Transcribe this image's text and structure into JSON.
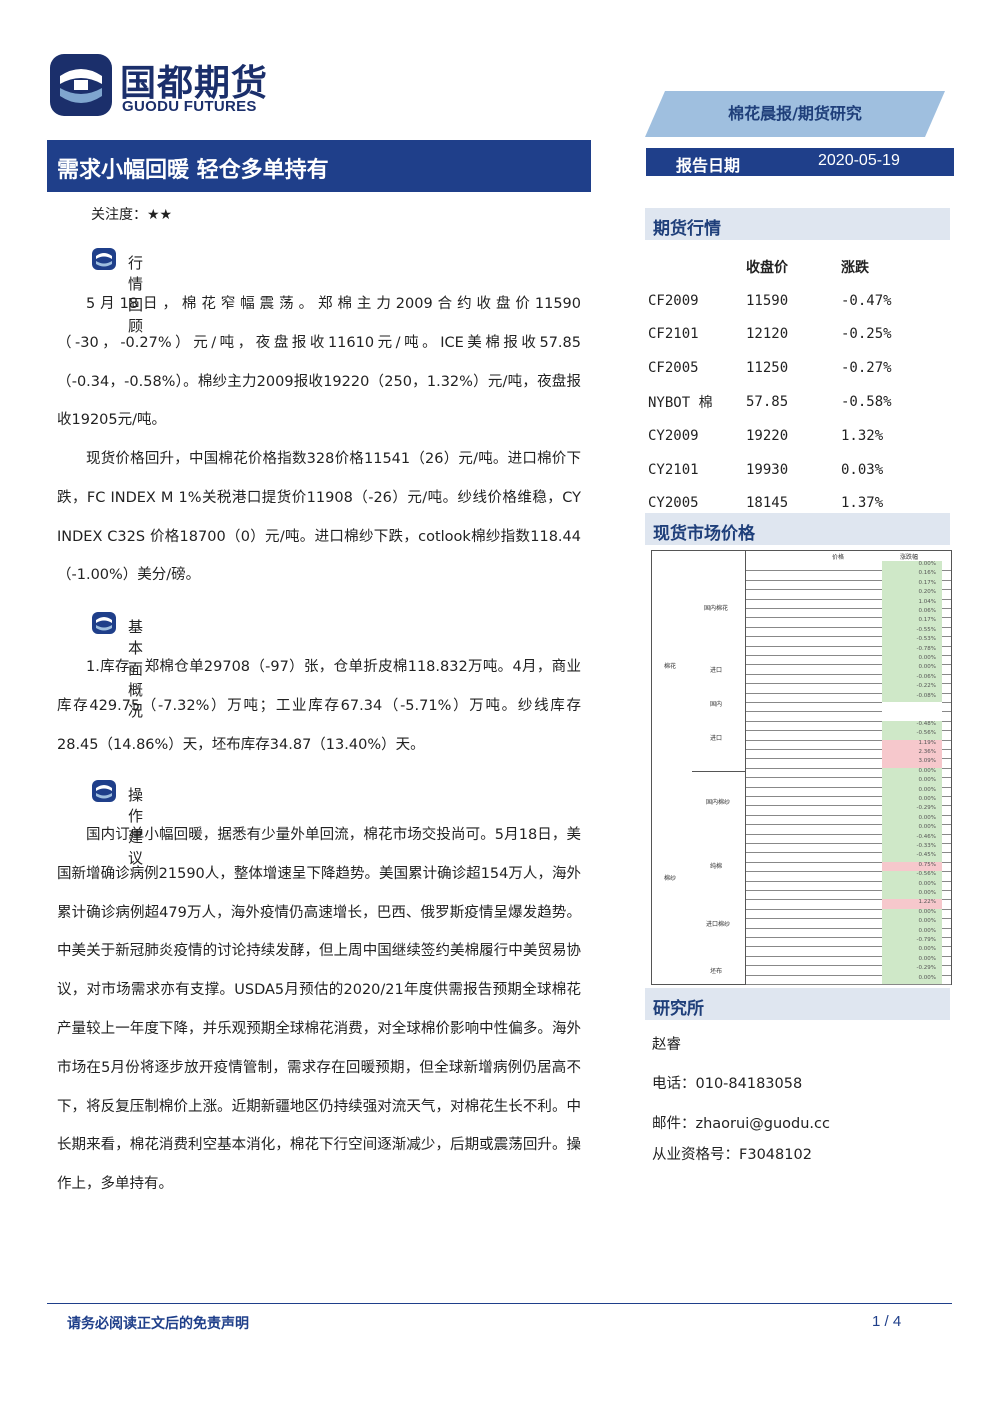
{
  "logo": {
    "cn": "国都期货",
    "en": "GUODU FUTURES"
  },
  "header": {
    "banner": "棉花晨报/期货研究",
    "date_label": "报告日期",
    "date_value": "2020-05-19"
  },
  "title": "需求小幅回暖 轻仓多单持有",
  "attention": "关注度：★★",
  "sections": [
    {
      "heading": "行情回顾",
      "paragraphs": [
        "5月18日，棉花窄幅震荡。郑棉主力2009合约收盘价11590（-30，-0.27%）元/吨，夜盘报收11610元/吨。ICE美棉报收57.85（-0.34，-0.58%）。棉纱主力2009报收19220（250，1.32%）元/吨，夜盘报收19205元/吨。",
        "现货价格回升，中国棉花价格指数328价格11541（26）元/吨。进口棉价下跌，FC INDEX M 1%关税港口提货价11908（-26）元/吨。纱线价格维稳，CY INDEX C32S 价格18700（0）元/吨。进口棉纱下跌，cotlook棉纱指数118.44 （-1.00%）美分/磅。"
      ]
    },
    {
      "heading": "基本面概况",
      "paragraphs": [
        "1.库存。郑棉仓单29708（-97）张，仓单折皮棉118.832万吨。4月，商业库存429.75（-7.32%）万吨；工业库存67.34（-5.71%）万吨。纱线库存28.45（14.86%）天，坯布库存34.87（13.40%）天。"
      ]
    },
    {
      "heading": "操作建议",
      "paragraphs": [
        "国内订单小幅回暖，据悉有少量外单回流，棉花市场交投尚可。5月18日，美国新增确诊病例21590人，整体增速呈下降趋势。美国累计确诊超154万人，海外累计确诊病例超479万人，海外疫情仍高速增长，巴西、俄罗斯疫情呈爆发趋势。中美关于新冠肺炎疫情的讨论持续发酵，但上周中国继续签约美棉履行中美贸易协议，对市场需求亦有支撑。USDA5月预估的2020/21年度供需报告预期全球棉花产量较上一年度下降，并乐观预期全球棉花消费，对全球棉价影响中性偏多。海外市场在5月份将逐步放开疫情管制，需求存在回暖预期，但全球新增病例仍居高不下，将反复压制棉价上涨。近期新疆地区仍持续强对流天气，对棉花生长不利。中长期来看，棉花消费利空基本消化，棉花下行空间逐渐减少，后期或震荡回升。操作上，多单持有。"
      ]
    }
  ],
  "futures": {
    "heading": "期货行情",
    "columns": [
      "",
      "收盘价",
      "涨跌"
    ],
    "rows": [
      [
        "CF2009",
        "11590",
        "-0.47%"
      ],
      [
        "CF2101",
        "12120",
        "-0.25%"
      ],
      [
        "CF2005",
        "11250",
        "-0.27%"
      ],
      [
        "NYBOT 棉",
        "57.85",
        "-0.58%"
      ],
      [
        "CY2009",
        "19220",
        "1.32%"
      ],
      [
        "CY2101",
        "19930",
        "0.03%"
      ],
      [
        "CY2005",
        "18145",
        "1.37%"
      ]
    ]
  },
  "spot": {
    "heading": "现货市场价格",
    "header_cells": [
      "价格",
      "涨跌幅"
    ],
    "groups": [
      "棉花",
      "棉纱",
      "国内棉花",
      "进口",
      "国内",
      "进口",
      "国内棉纱",
      "纯棉",
      "进口棉纱",
      "坯布"
    ],
    "rows": [
      {
        "n": "",
        "p": "",
        "c": "0.00%",
        "color": "#cfe8c8"
      },
      {
        "n": "",
        "p": "",
        "c": "0.16%",
        "color": "#cfe8c8"
      },
      {
        "n": "",
        "p": "",
        "c": "0.17%",
        "color": "#cfe8c8"
      },
      {
        "n": "",
        "p": "",
        "c": "0.20%",
        "color": "#cfe8c8"
      },
      {
        "n": "",
        "p": "",
        "c": "1.04%",
        "color": "#cfe8c8"
      },
      {
        "n": "",
        "p": "",
        "c": "0.06%",
        "color": "#cfe8c8"
      },
      {
        "n": "",
        "p": "",
        "c": "0.17%",
        "color": "#cfe8c8"
      },
      {
        "n": "",
        "p": "",
        "c": "-0.55%",
        "color": "#cfe8c8"
      },
      {
        "n": "",
        "p": "",
        "c": "-0.53%",
        "color": "#cfe8c8"
      },
      {
        "n": "",
        "p": "",
        "c": "-0.78%",
        "color": "#cfe8c8"
      },
      {
        "n": "",
        "p": "",
        "c": "0.00%",
        "color": "#cfe8c8"
      },
      {
        "n": "",
        "p": "",
        "c": "0.00%",
        "color": "#cfe8c8"
      },
      {
        "n": "",
        "p": "",
        "c": "-0.06%",
        "color": "#cfe8c8"
      },
      {
        "n": "",
        "p": "",
        "c": "-0.22%",
        "color": "#cfe8c8"
      },
      {
        "n": "",
        "p": "",
        "c": "-0.08%",
        "color": "#cfe8c8"
      },
      {
        "n": "",
        "p": "",
        "c": "",
        "color": "#ffffff"
      },
      {
        "n": "",
        "p": "",
        "c": "",
        "color": "#ffffff"
      },
      {
        "n": "",
        "p": "",
        "c": "-0.48%",
        "color": "#cfe8c8"
      },
      {
        "n": "",
        "p": "",
        "c": "-0.56%",
        "color": "#cfe8c8"
      },
      {
        "n": "",
        "p": "",
        "c": "1.19%",
        "color": "#f6c8cc"
      },
      {
        "n": "",
        "p": "",
        "c": "2.36%",
        "color": "#f6c8cc"
      },
      {
        "n": "",
        "p": "",
        "c": "3.09%",
        "color": "#f6c8cc"
      },
      {
        "n": "",
        "p": "",
        "c": "0.00%",
        "color": "#cfe8c8"
      },
      {
        "n": "",
        "p": "",
        "c": "0.00%",
        "color": "#cfe8c8"
      },
      {
        "n": "",
        "p": "",
        "c": "0.00%",
        "color": "#cfe8c8"
      },
      {
        "n": "",
        "p": "",
        "c": "0.00%",
        "color": "#cfe8c8"
      },
      {
        "n": "",
        "p": "",
        "c": "-0.29%",
        "color": "#cfe8c8"
      },
      {
        "n": "",
        "p": "",
        "c": "0.00%",
        "color": "#cfe8c8"
      },
      {
        "n": "",
        "p": "",
        "c": "0.00%",
        "color": "#cfe8c8"
      },
      {
        "n": "",
        "p": "",
        "c": "-0.46%",
        "color": "#cfe8c8"
      },
      {
        "n": "",
        "p": "",
        "c": "-0.33%",
        "color": "#cfe8c8"
      },
      {
        "n": "",
        "p": "",
        "c": "-0.45%",
        "color": "#cfe8c8"
      },
      {
        "n": "",
        "p": "",
        "c": "0.75%",
        "color": "#f6c8cc"
      },
      {
        "n": "",
        "p": "",
        "c": "-0.56%",
        "color": "#cfe8c8"
      },
      {
        "n": "",
        "p": "",
        "c": "0.00%",
        "color": "#cfe8c8"
      },
      {
        "n": "",
        "p": "",
        "c": "0.00%",
        "color": "#cfe8c8"
      },
      {
        "n": "",
        "p": "",
        "c": "1.22%",
        "color": "#f6c8cc"
      },
      {
        "n": "",
        "p": "",
        "c": "0.00%",
        "color": "#cfe8c8"
      },
      {
        "n": "",
        "p": "",
        "c": "0.00%",
        "color": "#cfe8c8"
      },
      {
        "n": "",
        "p": "",
        "c": "0.00%",
        "color": "#cfe8c8"
      },
      {
        "n": "",
        "p": "",
        "c": "-0.79%",
        "color": "#cfe8c8"
      },
      {
        "n": "",
        "p": "",
        "c": "0.00%",
        "color": "#cfe8c8"
      },
      {
        "n": "",
        "p": "",
        "c": "0.00%",
        "color": "#cfe8c8"
      },
      {
        "n": "",
        "p": "",
        "c": "-0.29%",
        "color": "#cfe8c8"
      },
      {
        "n": "",
        "p": "",
        "c": "0.00%",
        "color": "#cfe8c8"
      }
    ]
  },
  "research": {
    "heading": "研究所",
    "name": "赵睿",
    "phone": "电话：010-84183058",
    "email": "邮件：zhaorui@guodu.cc",
    "license": "从业资格号：F3048102"
  },
  "footer": {
    "left": "请务必阅读正文后的免责声明",
    "right": "1 / 4"
  }
}
